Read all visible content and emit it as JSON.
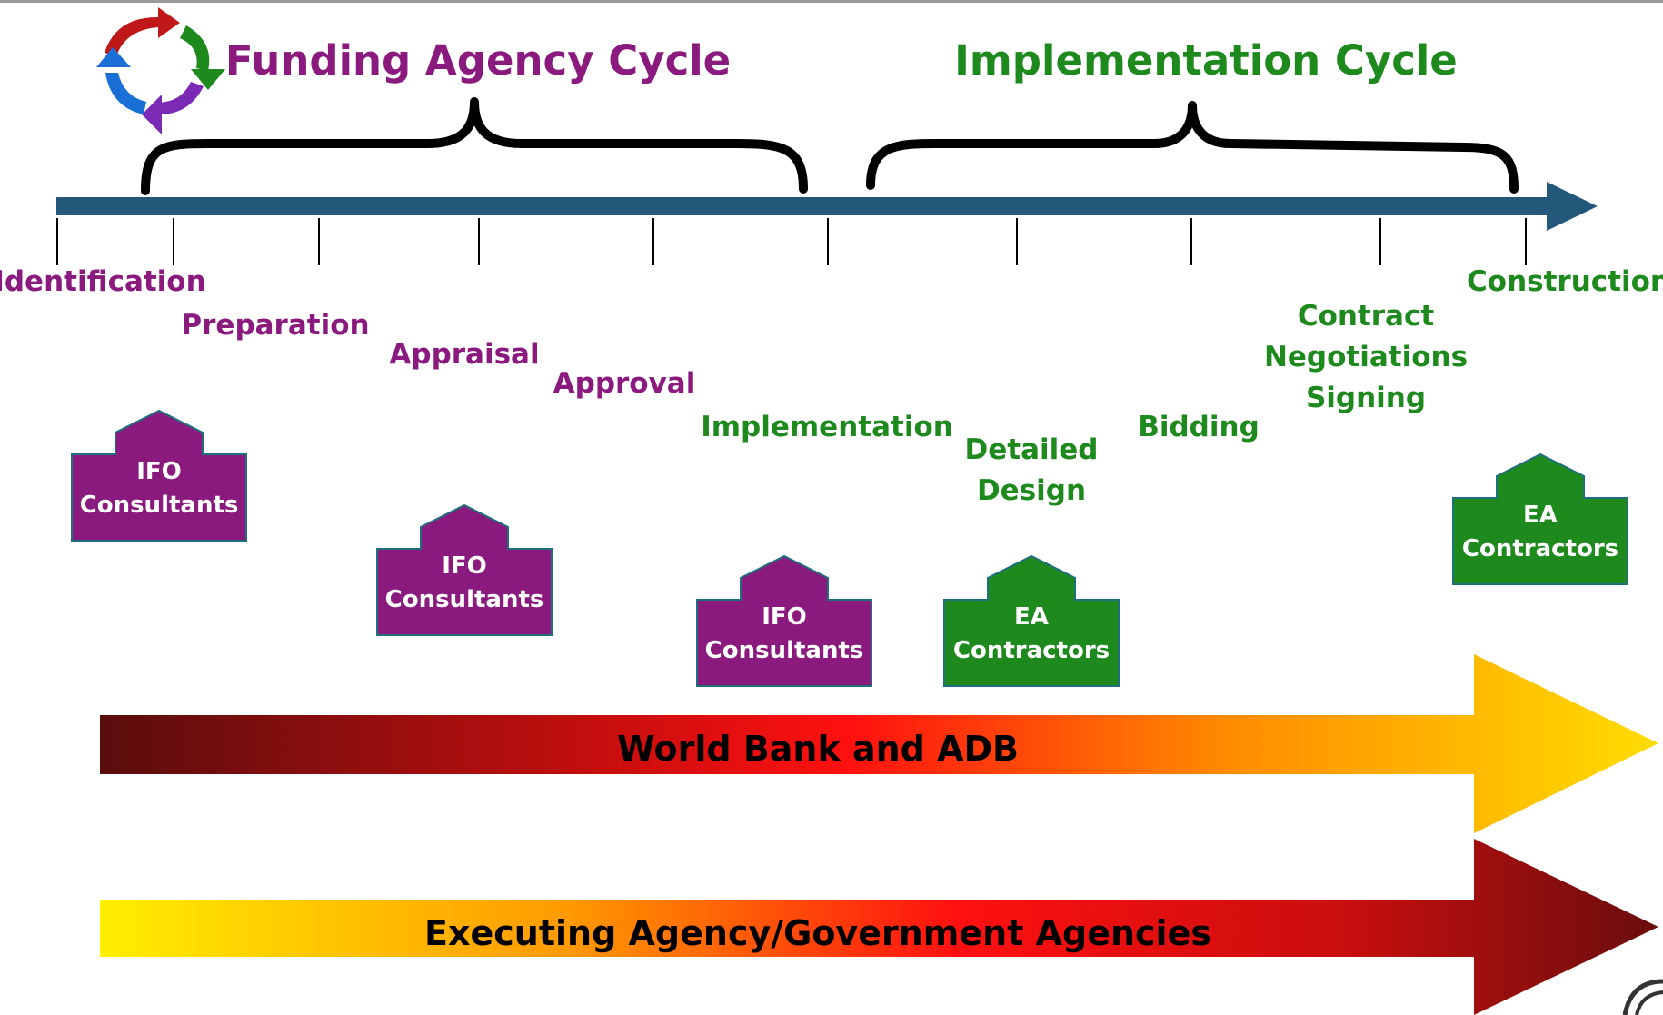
{
  "colors": {
    "funding": "#8b1a7f",
    "implementation": "#1e8a1e",
    "timeline": "#24587a",
    "box_border": "#1e6e7e"
  },
  "header": {
    "funding_title": "Funding Agency Cycle",
    "implementation_title": "Implementation Cycle",
    "cycle_icon": "circular-arrows-icon"
  },
  "stages": {
    "funding": [
      "Identification",
      "Preparation",
      "Appraisal",
      "Approval"
    ],
    "implementation": [
      "Implementation",
      "Detailed Design",
      "Bidding",
      "Contract Negotiations Signing",
      "Construction"
    ]
  },
  "actors": [
    {
      "title": "IFO",
      "subtitle": "Consultants",
      "group": "funding"
    },
    {
      "title": "IFO",
      "subtitle": "Consultants",
      "group": "funding"
    },
    {
      "title": "IFO",
      "subtitle": "Consultants",
      "group": "funding"
    },
    {
      "title": "EA",
      "subtitle": "Contractors",
      "group": "implementation"
    },
    {
      "title": "EA",
      "subtitle": "Contractors",
      "group": "implementation"
    }
  ],
  "bands": {
    "world_bank": "World Bank and ADB",
    "executing": "Executing Agency/Government Agencies"
  }
}
